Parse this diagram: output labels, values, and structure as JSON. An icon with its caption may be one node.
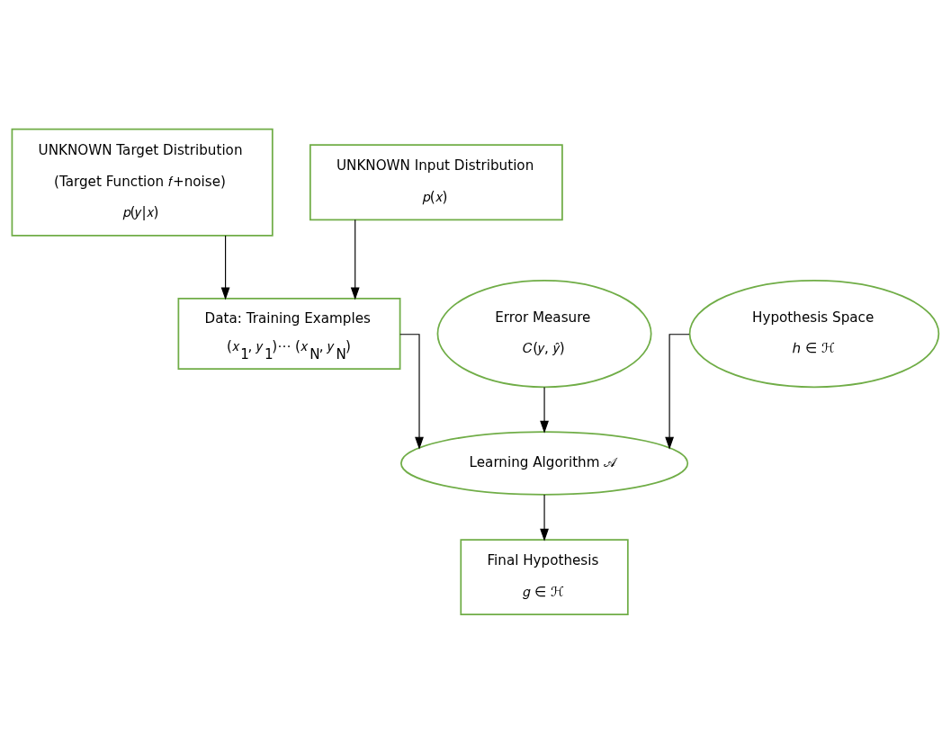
{
  "diagram": {
    "nodes": [
      {
        "text": [
          "UNKNOWN Target Distribution",
          "(Target Function 𝑓+noise)",
          "𝑝(𝑦|𝑥)"
        ]
      },
      {
        "text": [
          "UNKNOWN Input Distribution",
          "𝑝(𝑥)"
        ]
      },
      {
        "text": [
          "Data: Training Examples",
          "(𝑥$_{1}$, 𝑦$_{1}$)⋯ (𝑥$_{N}$, 𝑦$_{N}$)"
        ]
      },
      {
        "text": [
          "Error Measure",
          "𝐶(𝑦, 𝑦̂)"
        ]
      },
      {
        "text": [
          "Hypothesis Space",
          "ℎ ∈ ℋ"
        ]
      },
      {
        "text": [
          "Learning Algorithm 𝒜"
        ]
      },
      {
        "text": [
          "Final Hypothesis",
          "𝑔 ∈ ℋ"
        ]
      }
    ],
    "edges": [
      {
        "from": 0,
        "to": 2,
        "arrow": "to"
      },
      {
        "from": 1,
        "to": 2,
        "arrow": "to"
      },
      {
        "from": 2,
        "to": 5,
        "arrow": "to"
      },
      {
        "from": 3,
        "to": 5,
        "arrow": "to"
      },
      {
        "from": 4,
        "to": 5,
        "arrow": "to"
      },
      {
        "from": 5,
        "to": 6,
        "arrow": "to"
      }
    ]
  }
}
